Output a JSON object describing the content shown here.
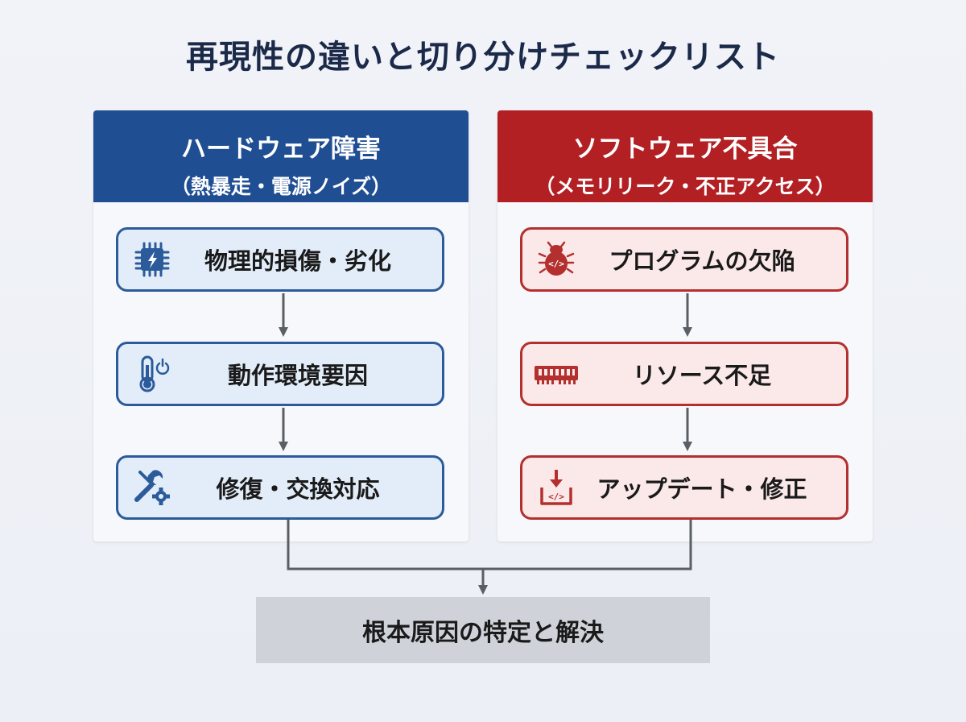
{
  "title": "再現性の違いと切り分けチェックリスト",
  "hardware": {
    "heading": "ハードウェア障害",
    "subheading": "（熱暴走・電源ノイズ）",
    "color": "#1f4e93",
    "steps": [
      {
        "label": "物理的損傷・劣化",
        "icon": "chip-lightning-icon"
      },
      {
        "label": "動作環境要因",
        "icon": "thermometer-power-icon"
      },
      {
        "label": "修復・交換対応",
        "icon": "wrench-gear-icon"
      }
    ]
  },
  "software": {
    "heading": "ソフトウェア不具合",
    "subheading": "（メモリリーク・不正アクセス）",
    "color": "#b32024",
    "steps": [
      {
        "label": "プログラムの欠陥",
        "icon": "bug-code-icon"
      },
      {
        "label": "リソース不足",
        "icon": "memory-module-icon"
      },
      {
        "label": "アップデート・修正",
        "icon": "download-code-icon"
      }
    ]
  },
  "result": {
    "label": "根本原因の特定と解決"
  }
}
